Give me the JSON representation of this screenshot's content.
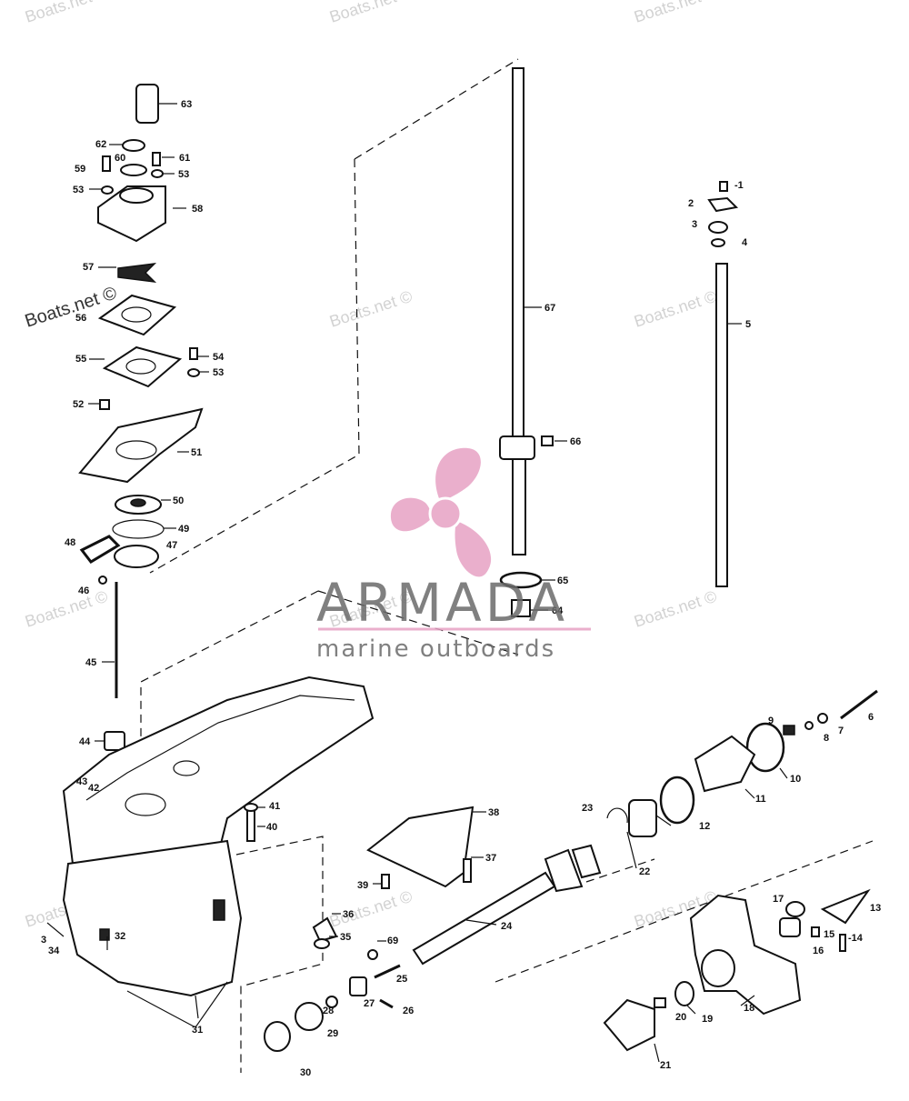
{
  "watermark": {
    "text": "Boats.net ©",
    "color": "#d2d2d2"
  },
  "brand": {
    "name": "ARMADA",
    "tagline": "marine outboards",
    "logo_color": "#e7a2c4",
    "text_color": "#6b6b6b"
  },
  "callouts": [
    "-1",
    "2",
    "3",
    "4",
    "5",
    "6",
    "7",
    "8",
    "9",
    "10",
    "11",
    "12",
    "13",
    "-14",
    "15",
    "16",
    "17",
    "18",
    "19",
    "20",
    "21",
    "22",
    "23",
    "24",
    "25",
    "26",
    "27",
    "28",
    "29",
    "30",
    "31",
    "32",
    "3",
    "34",
    "35",
    "36",
    "37",
    "38",
    "39",
    "40",
    "41",
    "42",
    "43",
    "44",
    "45",
    "46",
    "47",
    "48",
    "49",
    "50",
    "51",
    "52",
    "53",
    "54",
    "55",
    "56",
    "57",
    "58",
    "59",
    "60",
    "61",
    "62",
    "63",
    "64",
    "65",
    "66",
    "67",
    "53",
    "53",
    "69"
  ],
  "icons": {
    "diagram": "exploded-parts-diagram",
    "logo": "propeller-logo"
  }
}
